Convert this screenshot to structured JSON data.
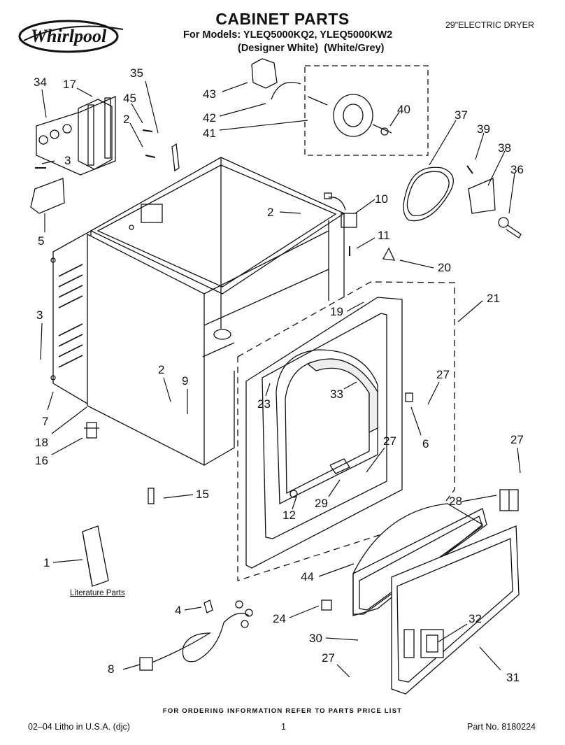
{
  "header": {
    "brand": "Whirlpool",
    "title": "CABINET PARTS",
    "models_line": "For Models: YLEQ5000KQ2, YLEQ5000KW2",
    "colors_line": "(Designer White)  (White/Grey)",
    "product_type": "29\"ELECTRIC DRYER"
  },
  "diagram": {
    "literature_label": "Literature Parts",
    "callouts": [
      "34",
      "17",
      "35",
      "45",
      "2",
      "3",
      "5",
      "43",
      "42",
      "41",
      "40",
      "37",
      "39",
      "38",
      "36",
      "10",
      "2",
      "11",
      "20",
      "21",
      "19",
      "3",
      "2",
      "9",
      "7",
      "18",
      "16",
      "23",
      "33",
      "27",
      "6",
      "27",
      "27",
      "15",
      "12",
      "29",
      "28",
      "1",
      "44",
      "4",
      "24",
      "32",
      "30",
      "27",
      "8",
      "31"
    ]
  },
  "footer": {
    "order_note": "FOR ORDERING INFORMATION REFER TO PARTS PRICE LIST",
    "litho": "02–04 Litho in U.S.A. (djc)",
    "page": "1",
    "part_number": "Part No. 8180224"
  }
}
